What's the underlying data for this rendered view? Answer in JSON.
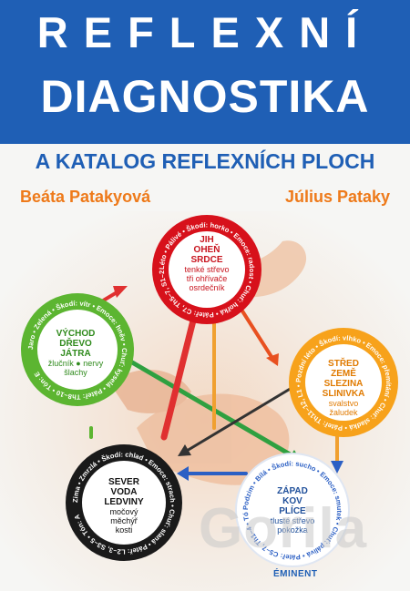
{
  "book": {
    "title_line1": "REFLEXNÍ",
    "title_line2": "DIAGNOSTIKA",
    "subtitle": "A KATALOG REFLEXNÍCH PLOCH",
    "author1": "Beáta Patakyová",
    "author2": "Július Pataky",
    "publisher": "ÉMINENT",
    "watermark": "Gorila"
  },
  "colors": {
    "banner": "#1f5fb5",
    "author": "#ee7a1a",
    "red": "#d7111b",
    "orange": "#f7a21b",
    "green": "#5cb531",
    "black": "#1a1a1a",
    "blue": "#2b5fc4"
  },
  "elements": {
    "fire": {
      "ring": "Léto • Pálivé • Škodí: horko • Emoce: radost • Chuť: hořká • Páteř: C7, Th5–7, S1–2 • Tón: G",
      "l1": "JIH",
      "l2": "OHEŇ",
      "l3": "SRDCE",
      "l4": "tenké střevo",
      "l5": "tři ohřívače",
      "l6": "osrdečník"
    },
    "earth": {
      "ring": "Pozdní léto • Škodí: vlhko • Emoce: přemítání • Chuť: sladká • Páteř: Th11–12, L1 • Tón: C",
      "l1": "STŘED",
      "l2": "ZEMĚ",
      "l3": "SLEZINA",
      "l4": "SLINIVKA",
      "l5": "svalstvo",
      "l6": "žaludek"
    },
    "wood": {
      "ring": "Jaro • Zelená • Škodí: vítr • Emoce: hněv • Chuť: kyselá • Páteř: Th8–10 • Tón: E",
      "l1": "VÝCHOD",
      "l2": "DŘEVO",
      "l3": "JÁTRA",
      "l4": "žlučník ● nervy",
      "l5": "šlachy"
    },
    "water": {
      "ring": "Zima • Zmrzlá • Škodí: chlad • Emoce: strach • Chuť: slaná • Páteř: L2–3, S3–5 • Tón: A",
      "l1": "SEVER",
      "l2": "VODA",
      "l3": "LEDVINY",
      "l4": "močový měchýř",
      "l5": "kosti"
    },
    "metal": {
      "ring": "Podzim • Bílá • Škodí: sucho • Emoce: smutek • Chuť: pálivá • Páteř: C5–7, Th1–4 • Tón: D",
      "l1": "ZÁPAD",
      "l2": "KOV",
      "l3": "PLÍCE",
      "l4": "tlusté střevo",
      "l5": "pokožka"
    }
  }
}
